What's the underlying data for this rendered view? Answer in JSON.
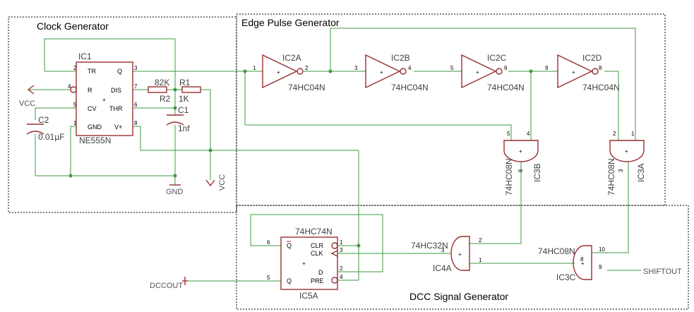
{
  "sections": {
    "clock": "Clock Generator",
    "edge": "Edge Pulse Generator",
    "dcc": "DCC Signal Generator"
  },
  "ic1": {
    "ref": "IC1",
    "part": "NE555N",
    "pins": {
      "tr": "TR",
      "q": "Q",
      "r": "R",
      "dis": "DIS",
      "cv": "CV",
      "thr": "THR",
      "gnd": "GND",
      "vplus": "V+"
    },
    "nums": {
      "tr": "2",
      "q": "3",
      "r": "4",
      "dis": "7",
      "cv": "5",
      "thr": "6",
      "gnd": "1",
      "vplus": "8"
    }
  },
  "passives": {
    "r2_value": "82K",
    "r2_ref": "R2",
    "r1_ref": "R1",
    "r1_value": "1K",
    "c1_ref": "C1",
    "c1_value": "1nf",
    "c2_ref": "C2",
    "c2_value": "0.01µF"
  },
  "nets": {
    "vcc_left": "VCC",
    "vcc_right": "VCC",
    "gnd": "GND",
    "dccout": "DCCOUT",
    "shiftout": "SHIFTOUT"
  },
  "inverters": [
    {
      "ref": "IC2A",
      "part": "74HC04N",
      "in": "1",
      "out": "2"
    },
    {
      "ref": "IC2B",
      "part": "74HC04N",
      "in": "3",
      "out": "4"
    },
    {
      "ref": "IC2C",
      "part": "74HC04N",
      "in": "5",
      "out": "6"
    },
    {
      "ref": "IC2D",
      "part": "74HC04N",
      "in": "9",
      "out": "8"
    }
  ],
  "ic3b": {
    "ref": "IC3B",
    "part": "74HC08N",
    "in_a": "5",
    "in_b": "4",
    "out": "6"
  },
  "ic3a": {
    "ref": "IC3A",
    "part": "74HC08N",
    "in_a": "2",
    "in_b": "1",
    "out": "3"
  },
  "ic5a": {
    "ref": "IC5A",
    "part": "74HC74N",
    "pins": {
      "qbar": "Q",
      "clr": "CLR",
      "clk": "CLK",
      "d": "D",
      "q": "Q",
      "pre": "PRE"
    },
    "nums": {
      "qbar": "6",
      "clr": "1",
      "clk": "3",
      "d": "2",
      "q": "5",
      "pre": "4"
    }
  },
  "ic4a": {
    "ref": "IC4A",
    "part": "74HC32N",
    "in_a": "2",
    "in_b": "1",
    "out": "3"
  },
  "ic3c": {
    "ref": "IC3C",
    "part": "74HC08N",
    "in_a": "10",
    "in_b": "8",
    "out": "9"
  },
  "colors": {
    "wire": "#3f9a3f",
    "part": "#9b2f2f",
    "box": "#000000"
  }
}
